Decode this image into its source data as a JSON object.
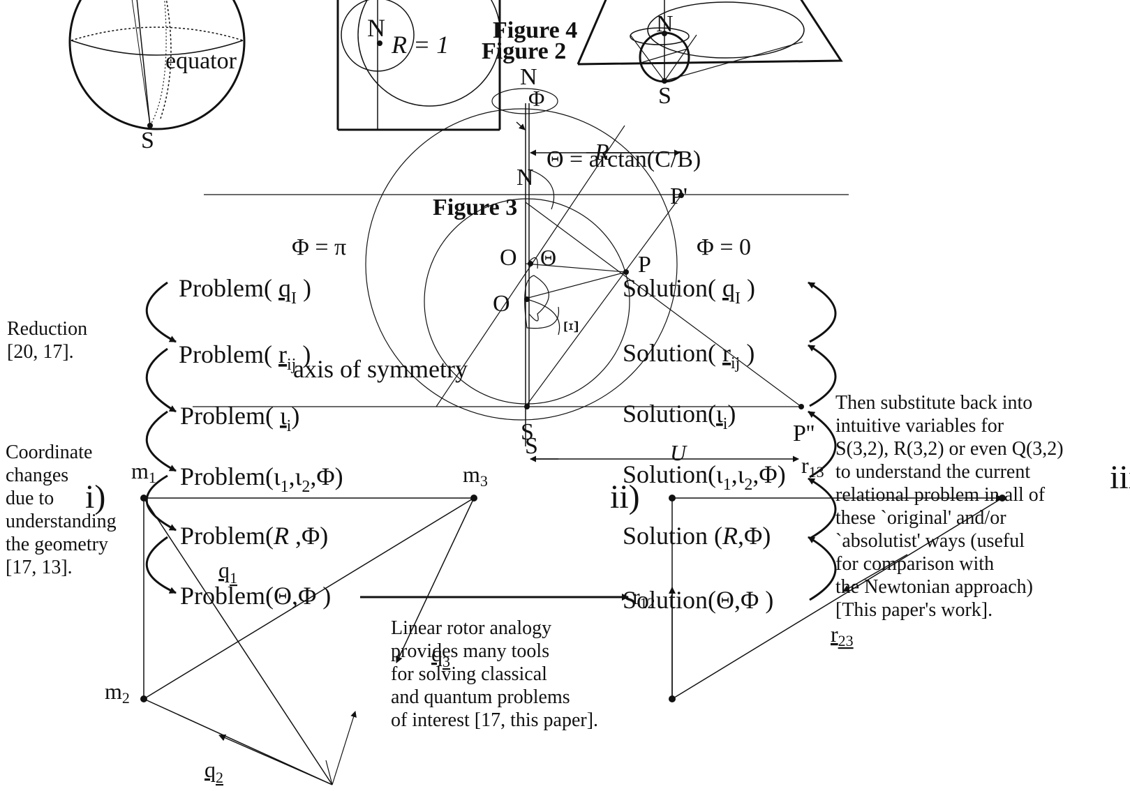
{
  "colors": {
    "ink": "#111111",
    "background": "#ffffff"
  },
  "sphere_figure": {
    "equator_label": "equator",
    "south_label": "S"
  },
  "figure2": {
    "caption": "Figure 2",
    "north_label": "N",
    "radius_label": "R = 1"
  },
  "figure4": {
    "caption": "Figure 4",
    "north_label": "N",
    "south_label": "S"
  },
  "figure3": {
    "caption": "Figure 3",
    "labels": {
      "N_top": "N",
      "Phi_top": "Φ",
      "theta_arctan": "Θ = arctan(C/B)",
      "R_italic": "R",
      "N_mid": "N",
      "P_prime": "P'",
      "phi_pi": "Φ = π",
      "phi_zero": "Φ = 0",
      "O_upper": "O",
      "Theta_small": "Θ",
      "P": "P",
      "O_lower": "O",
      "Xi": "Ξ",
      "axis": "axis of symmetry",
      "S_upper": "S",
      "S_lower": "S",
      "P_double": "P''",
      "U_italic": "U"
    }
  },
  "flow": {
    "problems": [
      {
        "main": "Problem( ",
        "sym": "q",
        "sub": "I",
        "tail": " )"
      },
      {
        "main": "Problem( ",
        "sym": "r",
        "sub": "ij",
        "tail": " )"
      },
      {
        "main": "Problem( ",
        "sym": "ι",
        "sub": "i",
        "tail": ")"
      },
      {
        "main": "Problem(ι",
        "sym": "",
        "sub": "1",
        "tail": ",ι",
        "sub2": "2",
        "tail2": ",Φ)"
      },
      {
        "main": "Problem(",
        "sym": "R",
        "sub": "",
        "tail": " ,Φ)"
      },
      {
        "main": "Problem(Θ,Φ )",
        "sym": "",
        "sub": "",
        "tail": ""
      }
    ],
    "solutions": [
      {
        "main": "Solution( ",
        "sym": "q",
        "sub": "I",
        "tail": " )"
      },
      {
        "main": "Solution( ",
        "sym": "r",
        "sub": "ij",
        "tail": " )"
      },
      {
        "main": "Solution(",
        "sym": "ι",
        "sub": "i",
        "tail": ")"
      },
      {
        "main": "Solution(ι",
        "sym": "",
        "sub": "1",
        "tail": ",ι",
        "sub2": "2",
        "tail2": ",Φ)"
      },
      {
        "main": "Solution (",
        "sym": "R",
        "sub": "",
        "tail": ",Φ)"
      },
      {
        "main": "Solution(Θ,Φ )",
        "sym": "",
        "sub": "",
        "tail": ""
      }
    ],
    "left_notes": {
      "reduction": [
        "Reduction",
        "[20, 17]."
      ],
      "coordinate": [
        "Coordinate",
        "changes",
        "due to",
        "understanding",
        "the geometry",
        "[17, 13]."
      ]
    },
    "right_note": [
      "Then substitute back into",
      "intuitive variables for",
      "S(3,2), R(3,2) or even Q(3,2)",
      "to understand the current",
      "relational problem in all of",
      "these `original' and/or",
      "`absolutist' ways (useful",
      "for comparison with",
      "the Newtonian approach)",
      "[This paper's work]."
    ],
    "bottom_note": [
      "Linear rotor analogy",
      "provides many tools",
      "for solving classical",
      "and quantum problems",
      "of interest [17, this paper]."
    ]
  },
  "triangle_i": {
    "label": "i)",
    "m1": "m",
    "m1_sub": "1",
    "m2": "m",
    "m2_sub": "2",
    "m3": "m",
    "m3_sub": "3",
    "q1": "q",
    "q1_sub": "1",
    "q2": "q",
    "q2_sub": "2",
    "q3": "q",
    "q3_sub": "3"
  },
  "triangle_ii": {
    "label": "ii)",
    "r13": "r",
    "r13_sub": "13",
    "r12": "r",
    "r12_sub": "12",
    "r23": "r",
    "r23_sub": "23"
  },
  "fragment_iii": "iii"
}
